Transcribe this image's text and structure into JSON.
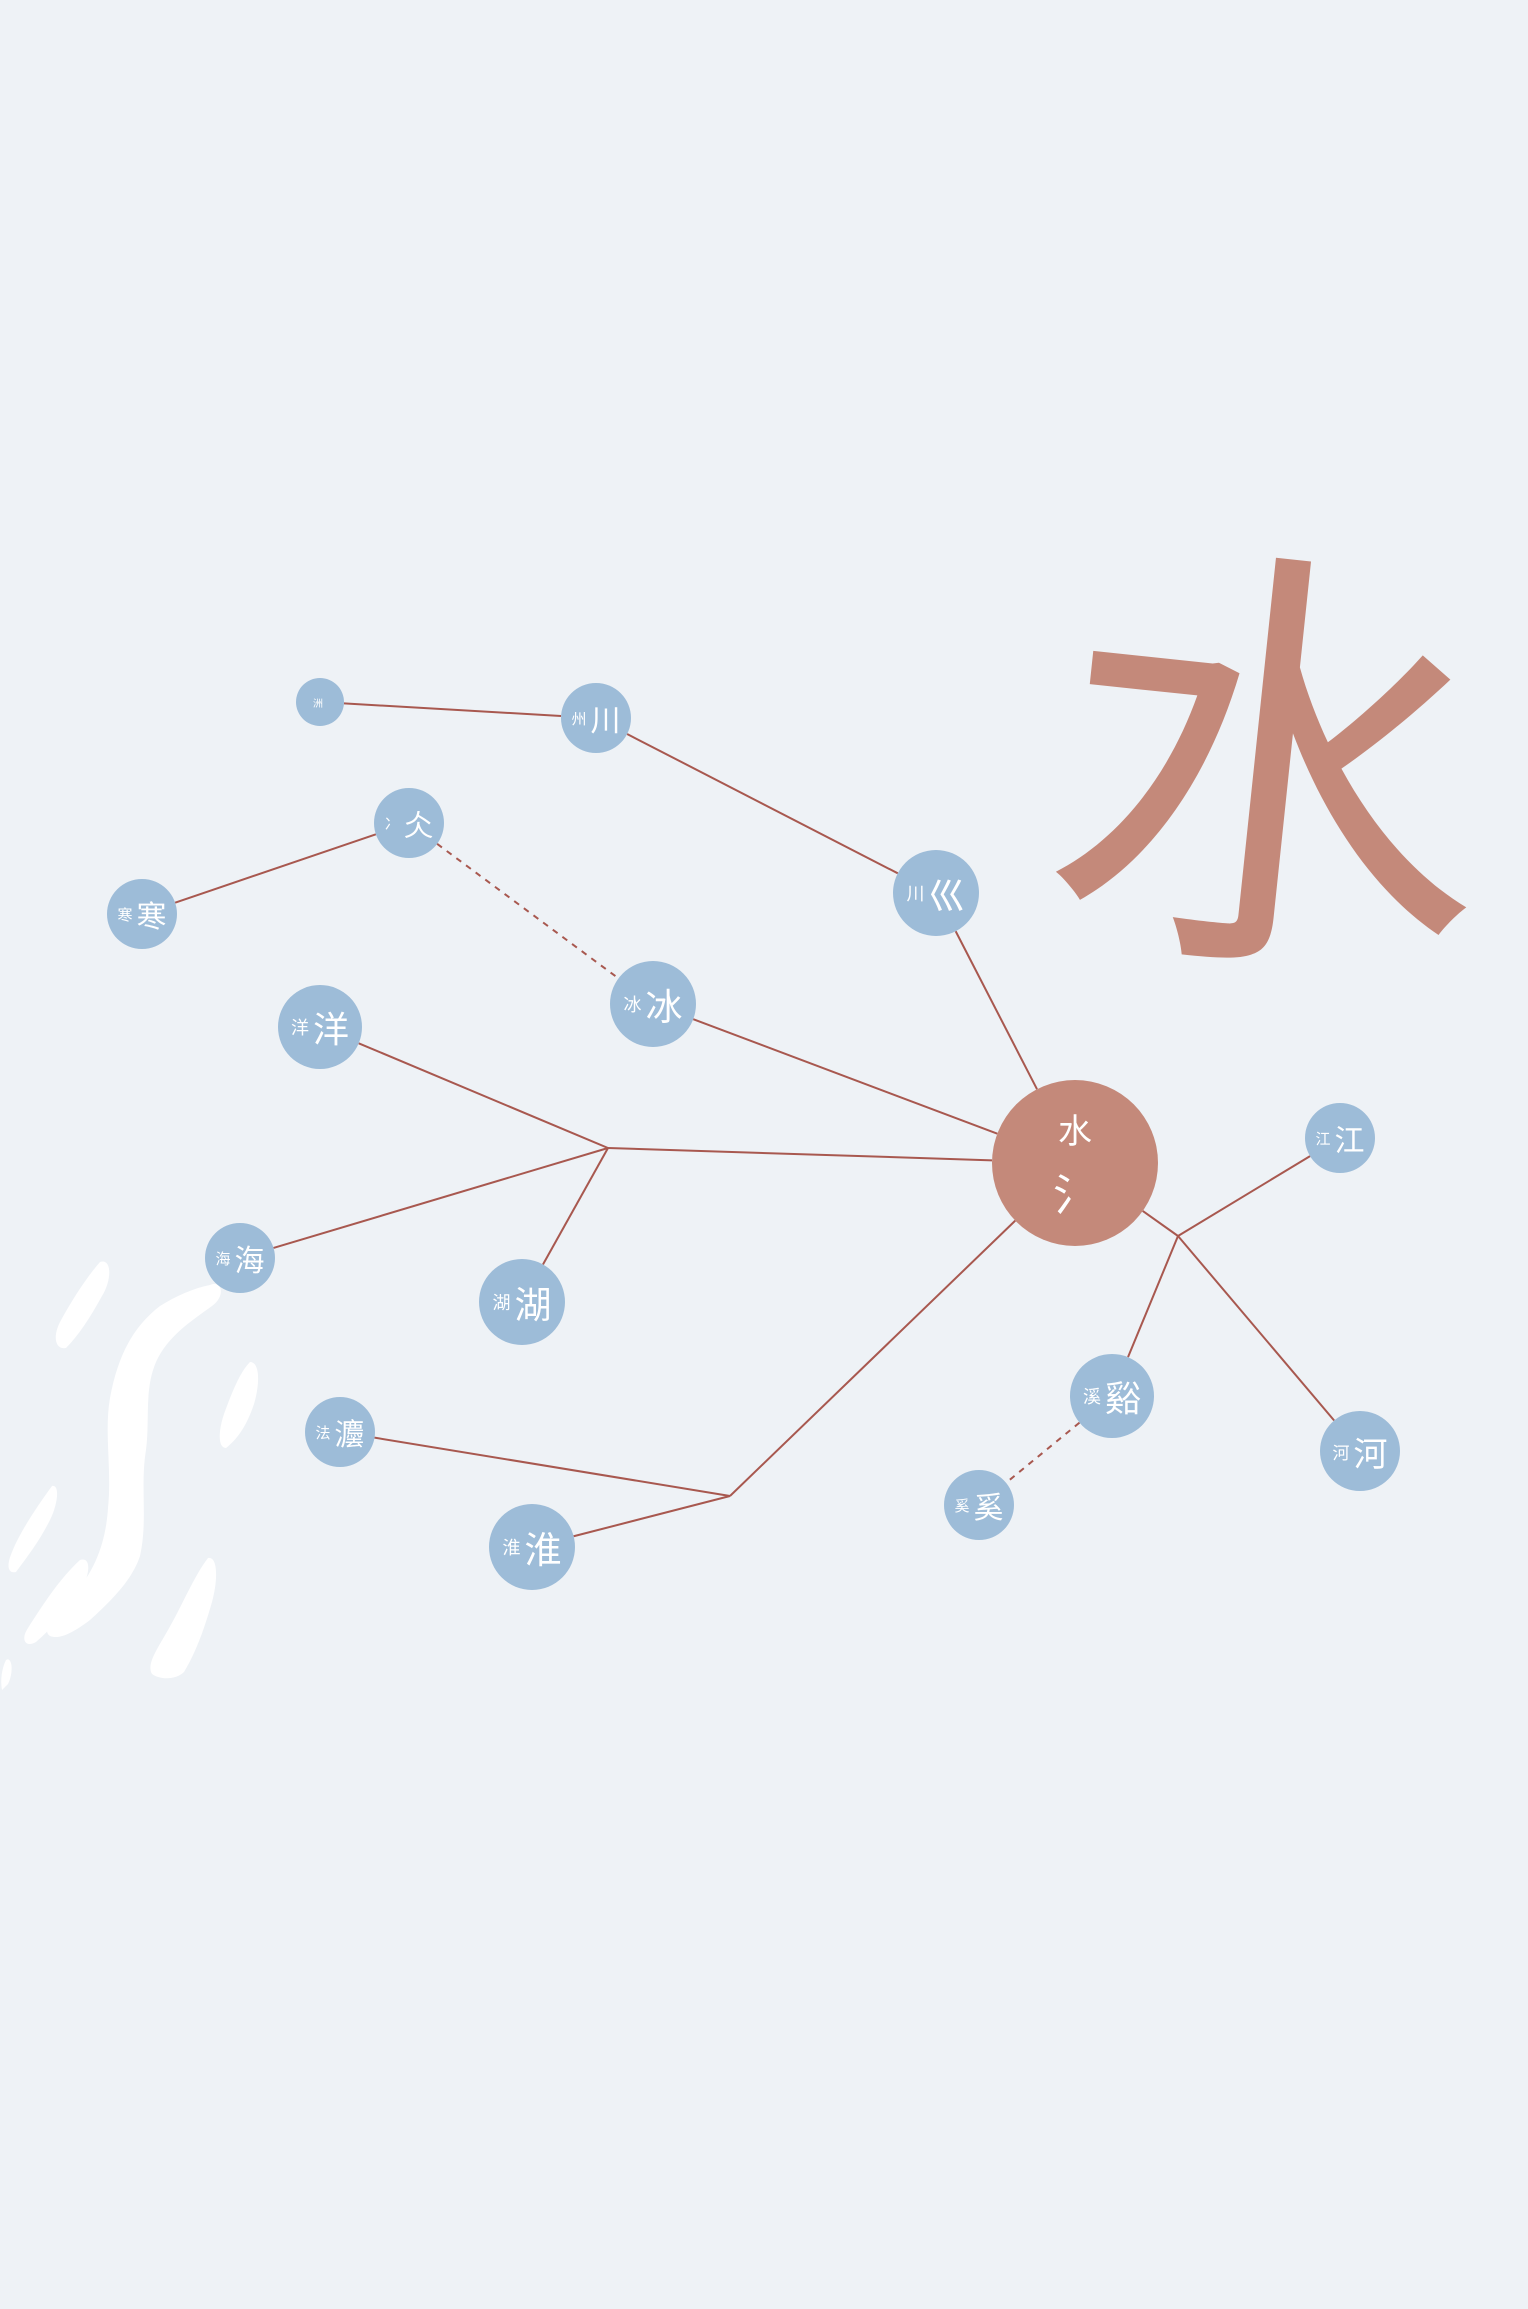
{
  "diagram": {
    "title_glyph": "水",
    "center": {
      "id": "shui",
      "std": "水",
      "seal": "氵"
    },
    "nodes": [
      {
        "id": "zhou_small",
        "std": "洲",
        "seal": ""
      },
      {
        "id": "zhou",
        "std": "州",
        "seal": "川"
      },
      {
        "id": "chuan",
        "std": "川",
        "seal": "巛"
      },
      {
        "id": "bing_old",
        "std": "冫",
        "seal": "仌"
      },
      {
        "id": "han",
        "std": "寒",
        "seal": "寒"
      },
      {
        "id": "bing",
        "std": "冰",
        "seal": "冰"
      },
      {
        "id": "yang",
        "std": "洋",
        "seal": "洋"
      },
      {
        "id": "hai",
        "std": "海",
        "seal": "海"
      },
      {
        "id": "hu",
        "std": "湖",
        "seal": "湖"
      },
      {
        "id": "fa",
        "std": "法",
        "seal": "灋"
      },
      {
        "id": "huai",
        "std": "淮",
        "seal": "淮"
      },
      {
        "id": "jiang",
        "std": "江",
        "seal": "江"
      },
      {
        "id": "xi",
        "std": "溪",
        "seal": "谿"
      },
      {
        "id": "xi_small",
        "std": "奚",
        "seal": "奚"
      },
      {
        "id": "he",
        "std": "河",
        "seal": "河"
      }
    ],
    "colors": {
      "node": "#9dbcd8",
      "center": "#c4897a",
      "line": "#a8584f",
      "background": "#eef2f6",
      "brush": "#ffffff"
    }
  }
}
